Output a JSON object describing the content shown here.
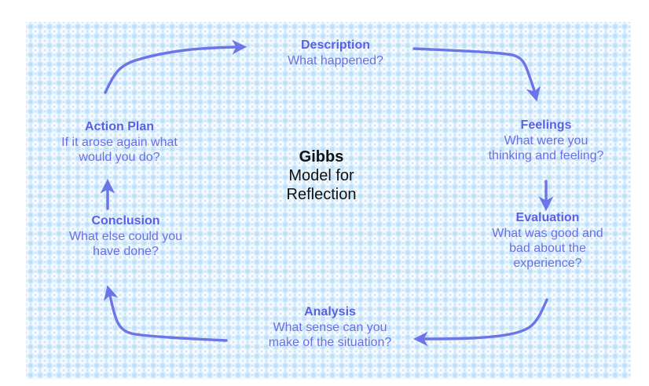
{
  "diagram": {
    "center": {
      "title": "Gibbs",
      "subtitle": "Model for\nReflection"
    },
    "stages": [
      {
        "id": "description",
        "title": "Description",
        "question": "What happened?"
      },
      {
        "id": "feelings",
        "title": "Feelings",
        "question": "What were you\nthinking and feeling?"
      },
      {
        "id": "evaluation",
        "title": "Evaluation",
        "question": "What was good and\nbad about the\nexperience?"
      },
      {
        "id": "analysis",
        "title": "Analysis",
        "question": "What sense can you\nmake of the situation?"
      },
      {
        "id": "conclusion",
        "title": "Conclusion",
        "question": "What else could you\nhave done?"
      },
      {
        "id": "action_plan",
        "title": "Action Plan",
        "question": "If it arose again what\nwould you do?"
      }
    ],
    "colors": {
      "stage_text": "#5a5fe6",
      "question_text": "#6a6fe8",
      "arrow": "#6b74e8",
      "center_text": "#111111",
      "panel_bg": "#eaf5fd"
    }
  }
}
